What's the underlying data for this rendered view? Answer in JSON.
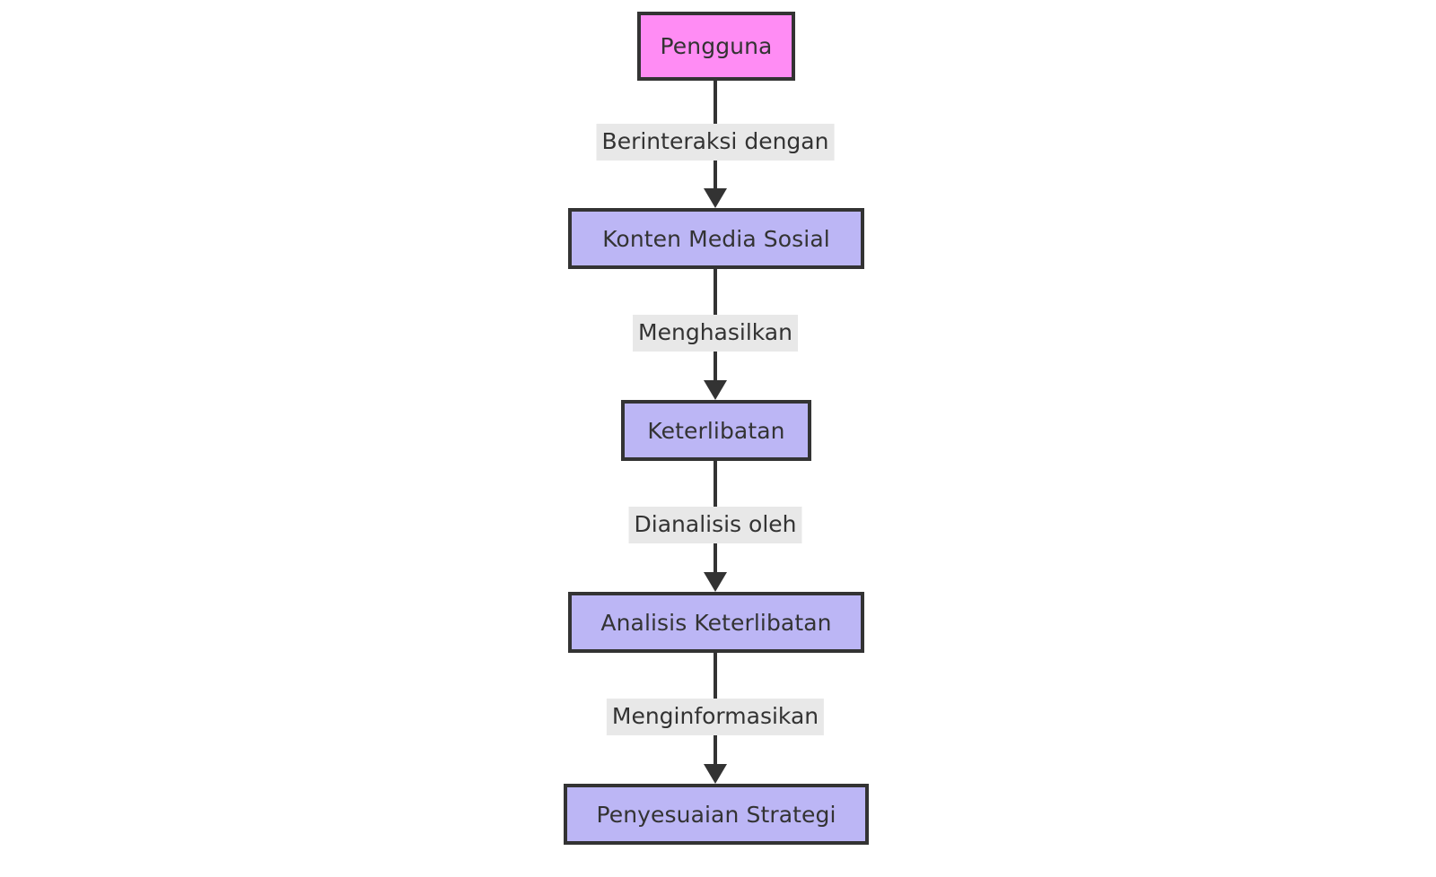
{
  "diagram": {
    "type": "flowchart",
    "direction": "top-to-bottom",
    "background_color": "#ffffff",
    "border_color": "#333333",
    "start_node_color": "#ff8cf4",
    "process_node_color": "#bcb6f5",
    "edge_label_background": "#e8e8e8",
    "text_color": "#333333",
    "nodes": [
      {
        "id": "pengguna",
        "label": "Pengguna",
        "shape": "rect",
        "style": "start"
      },
      {
        "id": "konten-media-sosial",
        "label": "Konten Media Sosial",
        "shape": "rect",
        "style": "process"
      },
      {
        "id": "keterlibatan",
        "label": "Keterlibatan",
        "shape": "rect",
        "style": "process"
      },
      {
        "id": "analisis-keterlibatan",
        "label": "Analisis Keterlibatan",
        "shape": "rect",
        "style": "process"
      },
      {
        "id": "penyesuaian-strategi",
        "label": "Penyesuaian Strategi",
        "shape": "rect",
        "style": "process"
      }
    ],
    "edges": [
      {
        "from": "pengguna",
        "to": "konten-media-sosial",
        "label": "Berinteraksi dengan"
      },
      {
        "from": "konten-media-sosial",
        "to": "keterlibatan",
        "label": "Menghasilkan"
      },
      {
        "from": "keterlibatan",
        "to": "analisis-keterlibatan",
        "label": "Dianalisis oleh"
      },
      {
        "from": "analisis-keterlibatan",
        "to": "penyesuaian-strategi",
        "label": "Menginformasikan"
      }
    ]
  }
}
